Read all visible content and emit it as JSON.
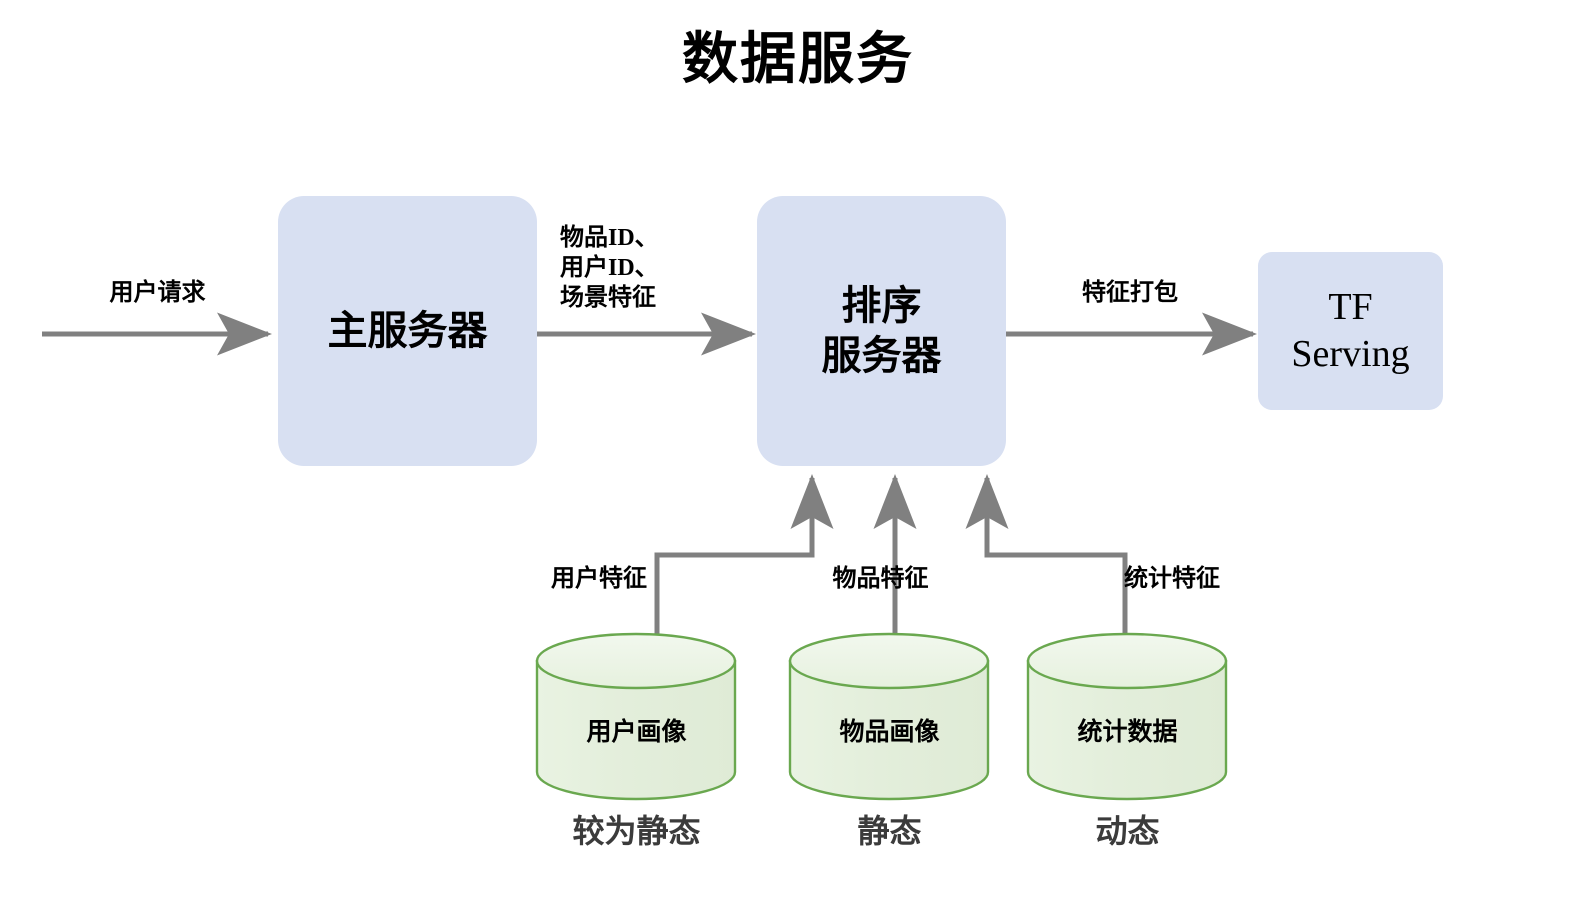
{
  "title": "数据服务",
  "theme": {
    "background": "#ffffff",
    "node_fill": "#d8e0f2",
    "cylinder_fill": "#e4efdc",
    "cylinder_top_fill": "#eef6e8",
    "cylinder_stroke": "#6aa84f",
    "arrow_color": "#808080",
    "text_color": "#000000",
    "caption_color": "#3b3b3b"
  },
  "nodes": {
    "main_server": "主服务器",
    "ranking_server": "排序\n服务器",
    "tf_serving": "TF\nServing"
  },
  "edges": {
    "user_request": "用户请求",
    "ids_and_context": "物品ID、\n用户ID、\n场景特征",
    "feature_packing": "特征打包",
    "user_feature": "用户特征",
    "item_feature": "物品特征",
    "stat_feature": "统计特征"
  },
  "datastores": [
    {
      "label": "用户画像",
      "caption": "较为静态"
    },
    {
      "label": "物品画像",
      "caption": "静态"
    },
    {
      "label": "统计数据",
      "caption": "动态"
    }
  ]
}
